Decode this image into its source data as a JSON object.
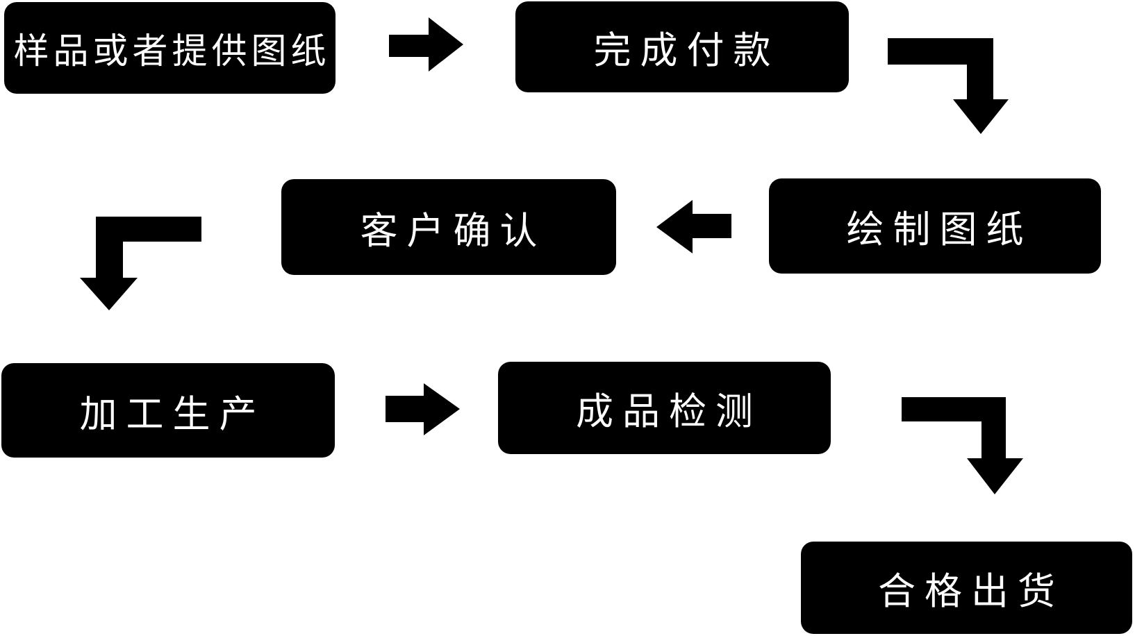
{
  "diagram": {
    "type": "flowchart",
    "background_color": "#ffffff",
    "node_color": "#000000",
    "node_text_color": "#ffffff",
    "arrow_color": "#000000",
    "nodes": [
      {
        "id": "sample",
        "label": "样品或者提供图纸"
      },
      {
        "id": "payment",
        "label": "完成付款"
      },
      {
        "id": "drawing",
        "label": "绘制图纸"
      },
      {
        "id": "confirm",
        "label": "客户确认"
      },
      {
        "id": "production",
        "label": "加工生产"
      },
      {
        "id": "inspection",
        "label": "成品检测"
      },
      {
        "id": "shipment",
        "label": "合格出货"
      }
    ],
    "edges": [
      {
        "from": "sample",
        "to": "payment",
        "direction": "right"
      },
      {
        "from": "payment",
        "to": "drawing",
        "direction": "right-then-down"
      },
      {
        "from": "drawing",
        "to": "confirm",
        "direction": "left"
      },
      {
        "from": "confirm",
        "to": "production",
        "direction": "left-then-down"
      },
      {
        "from": "production",
        "to": "inspection",
        "direction": "right"
      },
      {
        "from": "inspection",
        "to": "shipment",
        "direction": "right-then-down"
      }
    ]
  }
}
